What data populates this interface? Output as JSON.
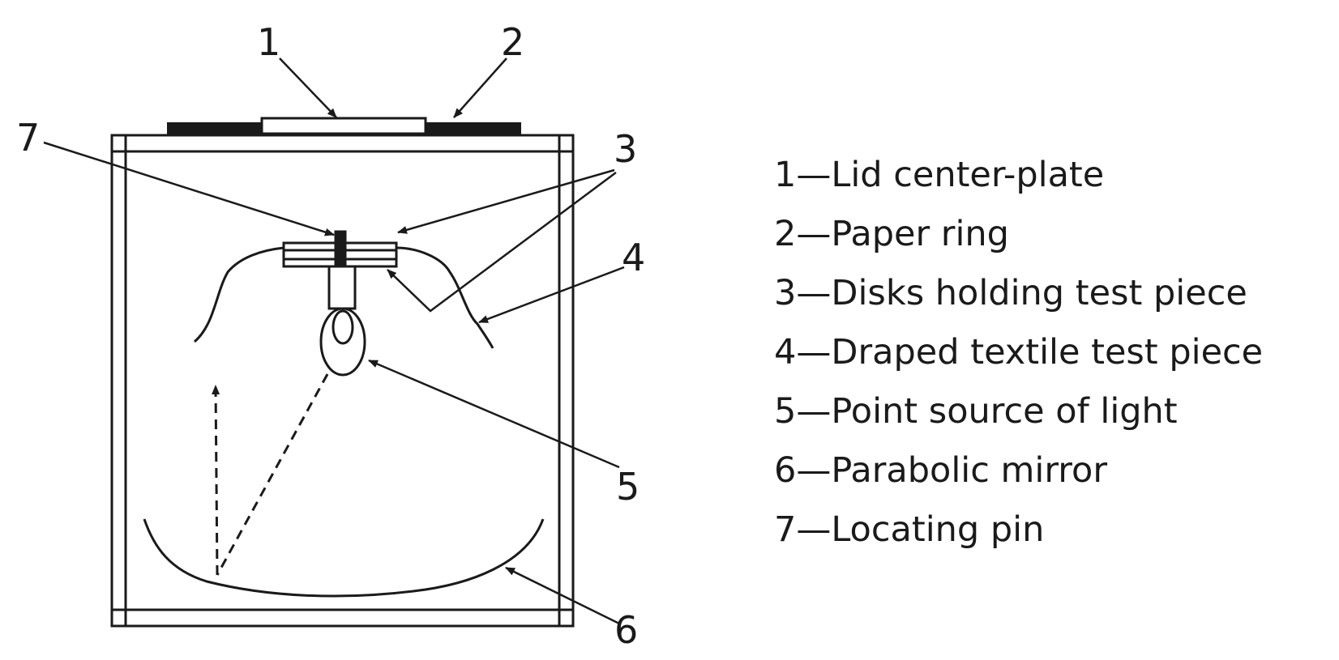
{
  "diagram": {
    "callouts": {
      "c1": "1",
      "c2": "2",
      "c3": "3",
      "c4": "4",
      "c5": "5",
      "c6": "6",
      "c7": "7"
    },
    "colors": {
      "line": "#1a1a1a",
      "background": "#ffffff",
      "lid_plate": "#ffffff"
    }
  },
  "legend": {
    "items": [
      {
        "label": "1—Lid center-plate"
      },
      {
        "label": "2—Paper ring"
      },
      {
        "label": "3—Disks holding test piece"
      },
      {
        "label": "4—Draped textile test piece"
      },
      {
        "label": "5—Point source of light"
      },
      {
        "label": "6—Parabolic mirror"
      },
      {
        "label": "7—Locating pin"
      }
    ]
  }
}
